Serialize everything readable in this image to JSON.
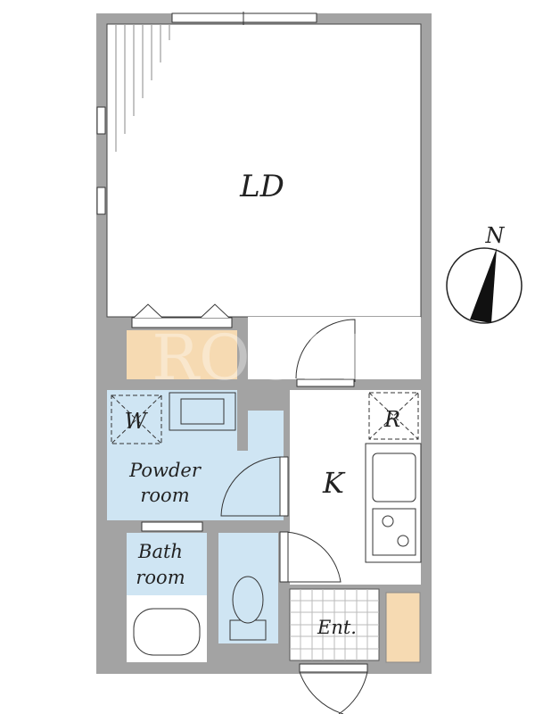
{
  "floorplan": {
    "rooms": {
      "ld": "LD",
      "washer": "W",
      "fridge": "R",
      "powder_line1": "Powder",
      "powder_line2": "room",
      "kitchen": "K",
      "bath_line1": "Bath",
      "bath_line2": "room",
      "entrance": "Ent."
    },
    "compass": {
      "north": "N"
    },
    "watermark": "ROOM",
    "colors": {
      "wall": "#a3a3a3",
      "wet_area": "#cfe5f3",
      "storage": "#f6dab2",
      "line": "#222222"
    }
  }
}
